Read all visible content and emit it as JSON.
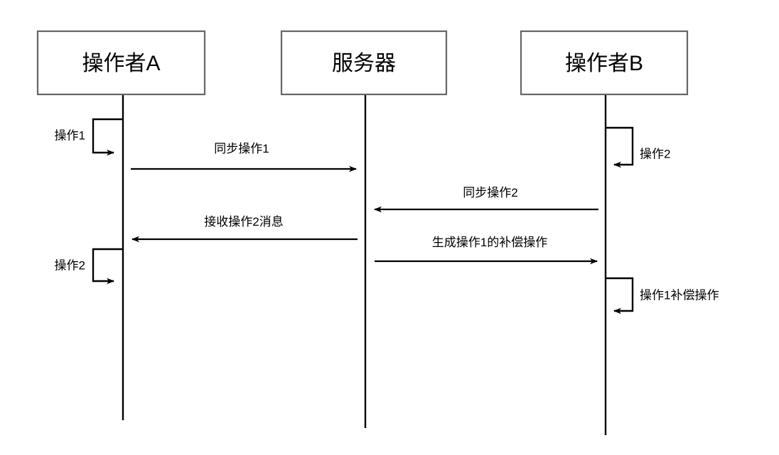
{
  "diagram": {
    "type": "sequence-diagram",
    "background_color": "#ffffff",
    "line_color": "#000000",
    "box_border_color": "#666666",
    "participants": [
      {
        "id": "operator-a",
        "label": "操作者A"
      },
      {
        "id": "server",
        "label": "服务器"
      },
      {
        "id": "operator-b",
        "label": "操作者B"
      }
    ],
    "messages": [
      {
        "id": "msg-sync-op1",
        "label": "同步操作1",
        "from": "operator-a",
        "to": "server",
        "direction": "right"
      },
      {
        "id": "msg-sync-op2",
        "label": "同步操作2",
        "from": "operator-b",
        "to": "server",
        "direction": "left"
      },
      {
        "id": "msg-receive-op2",
        "label": "接收操作2消息",
        "from": "server",
        "to": "operator-a",
        "direction": "left"
      },
      {
        "id": "msg-generate-compensation",
        "label": "生成操作1的补偿操作",
        "from": "server",
        "to": "operator-b",
        "direction": "right"
      }
    ],
    "self_messages": [
      {
        "id": "self-op1-a",
        "label": "操作1",
        "on": "operator-a",
        "side": "left"
      },
      {
        "id": "self-op2-b",
        "label": "操作2",
        "on": "operator-b",
        "side": "right"
      },
      {
        "id": "self-op2-a",
        "label": "操作2",
        "on": "operator-a",
        "side": "left"
      },
      {
        "id": "self-compensation-b",
        "label": "操作1补偿操作",
        "on": "operator-b",
        "side": "right"
      }
    ]
  }
}
